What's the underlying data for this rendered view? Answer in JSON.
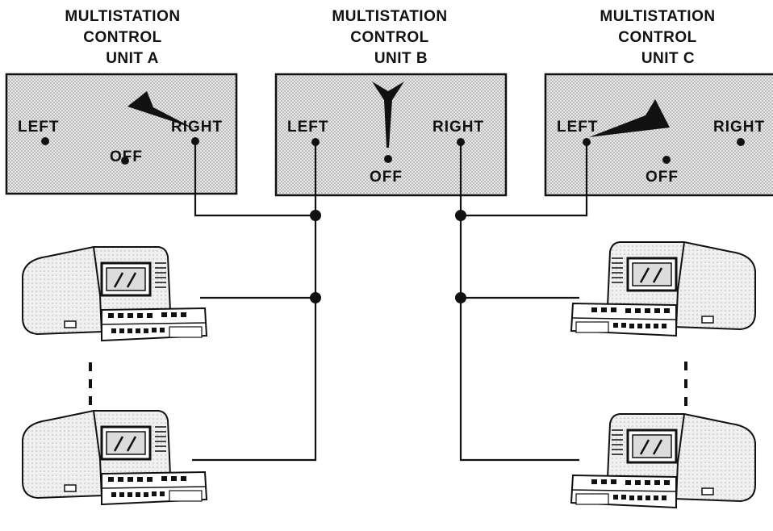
{
  "units": [
    {
      "title_lines": [
        "MULTISTATION",
        "CONTROL",
        "UNIT A"
      ],
      "labels": {
        "left": "LEFT",
        "off": "OFF",
        "right": "RIGHT"
      },
      "switch_position": "RIGHT"
    },
    {
      "title_lines": [
        "MULTISTATION",
        "CONTROL",
        "UNIT B"
      ],
      "labels": {
        "left": "LEFT",
        "off": "OFF",
        "right": "RIGHT"
      },
      "switch_position": "OFF"
    },
    {
      "title_lines": [
        "MULTISTATION",
        "CONTROL",
        "UNIT C"
      ],
      "labels": {
        "left": "LEFT",
        "off": "OFF",
        "right": "RIGHT"
      },
      "switch_position": "LEFT"
    }
  ],
  "colors": {
    "panel_fill": "#d6d6d6",
    "line": "#111111",
    "terminal_body": "#e4e4e4"
  }
}
